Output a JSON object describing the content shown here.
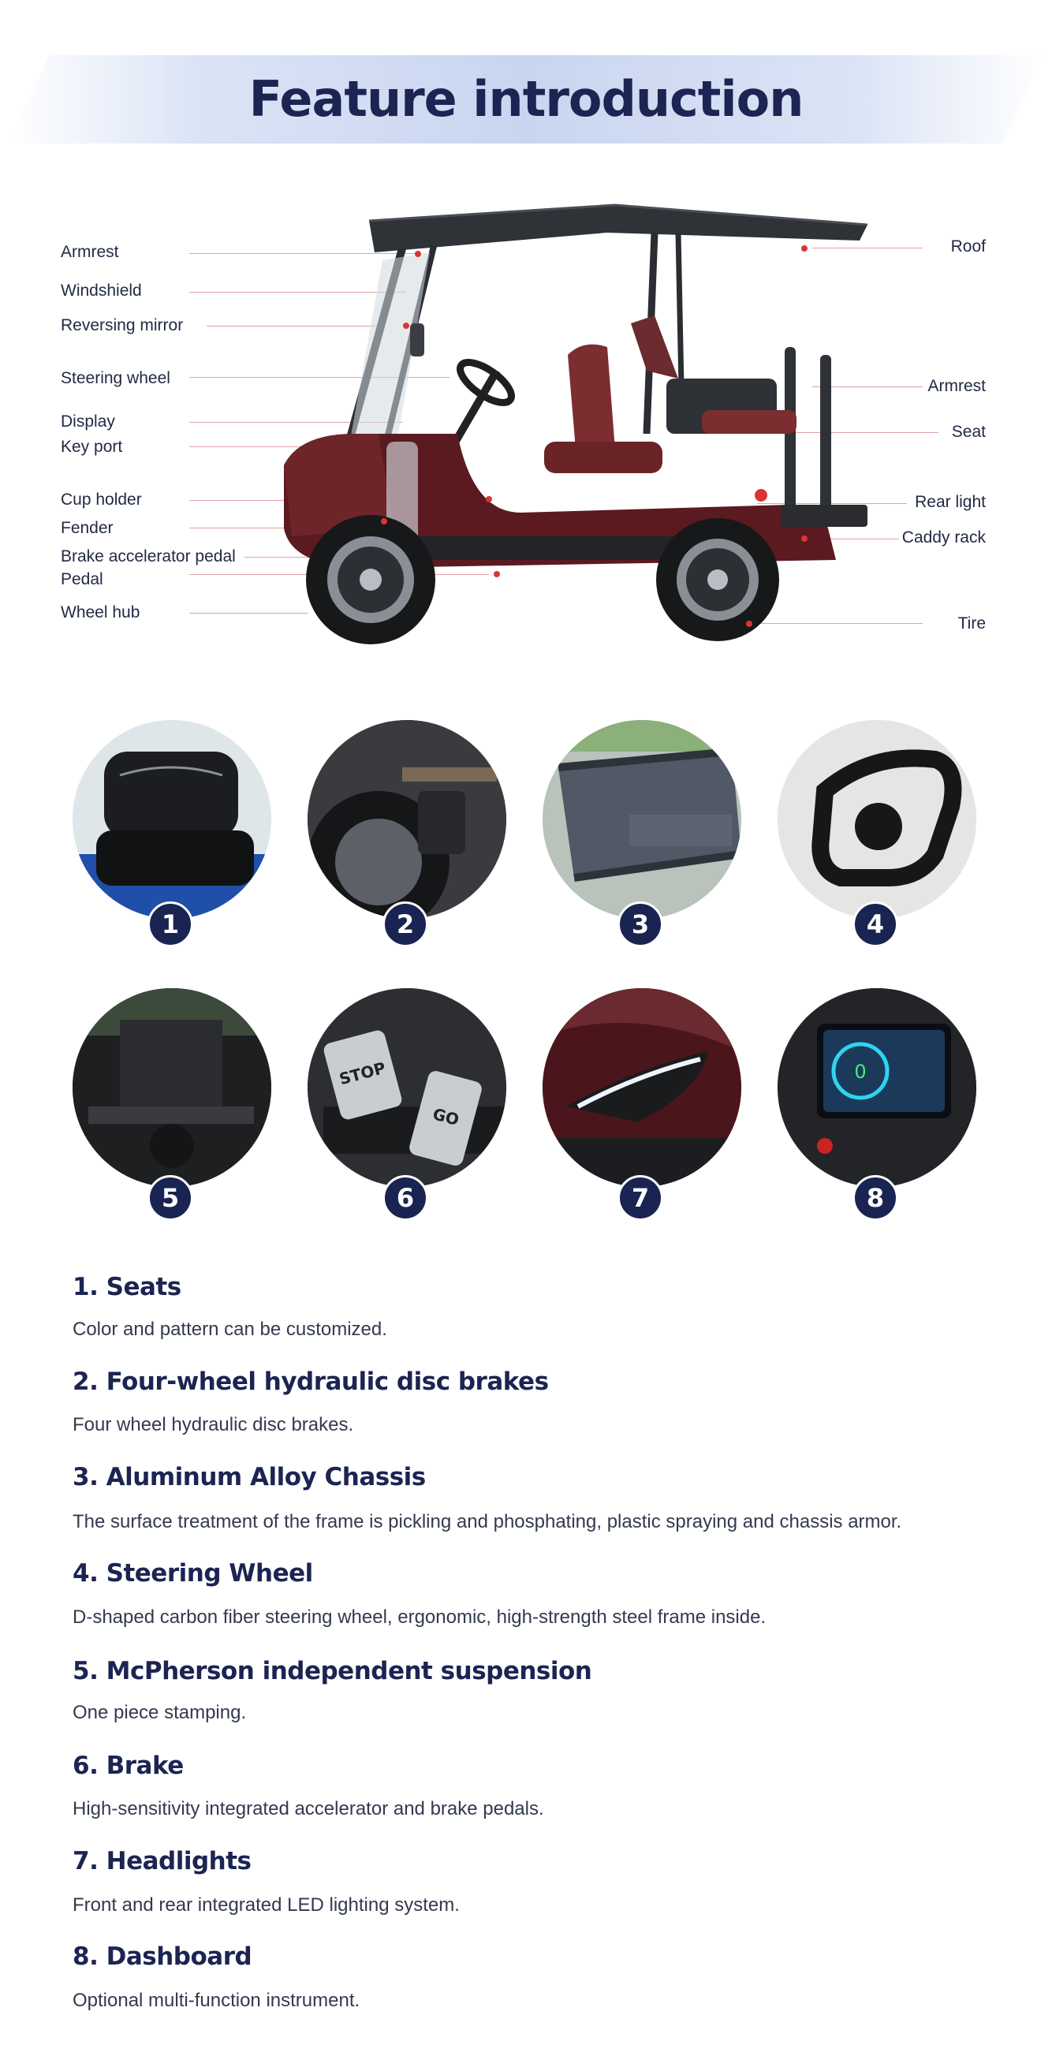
{
  "header": {
    "title": "Feature introduction"
  },
  "labels_left": [
    "Armrest",
    "Windshield",
    "Reversing mirror",
    "Steering wheel",
    "Display",
    "Key port",
    "Cup holder",
    "Fender",
    "Brake accelerator pedal",
    "Pedal",
    "Wheel hub"
  ],
  "labels_right": [
    "Roof",
    "Armrest",
    "Seat",
    "Rear light",
    "Caddy rack",
    "Tire"
  ],
  "badges": [
    "1",
    "2",
    "3",
    "4",
    "5",
    "6",
    "7",
    "8"
  ],
  "features": [
    {
      "title": "1. Seats",
      "desc": "Color and pattern can be customized."
    },
    {
      "title": "2. Four-wheel hydraulic disc brakes",
      "desc": "Four wheel hydraulic disc brakes."
    },
    {
      "title": "3. Aluminum Alloy Chassis",
      "desc": "The surface treatment of the frame is pickling and phosphating, plastic spraying and chassis armor."
    },
    {
      "title": "4. Steering Wheel",
      "desc": "D-shaped carbon fiber steering wheel, ergonomic, high-strength steel frame inside."
    },
    {
      "title": "5. McPherson independent suspension",
      "desc": "One piece stamping."
    },
    {
      "title": "6. Brake",
      "desc": "High-sensitivity integrated accelerator and brake pedals."
    },
    {
      "title": "7. Headlights",
      "desc": "Front and rear integrated LED lighting system."
    },
    {
      "title": "8. Dashboard",
      "desc": "Optional multi-function instrument."
    }
  ],
  "dashboard_screen": {
    "readout": "0"
  },
  "pedals": {
    "stop": "STOP",
    "go": "GO"
  },
  "colors": {
    "navy": "#1b2452",
    "leader_line": "#e3a1a5",
    "cart_body": "#5a1a1f"
  }
}
